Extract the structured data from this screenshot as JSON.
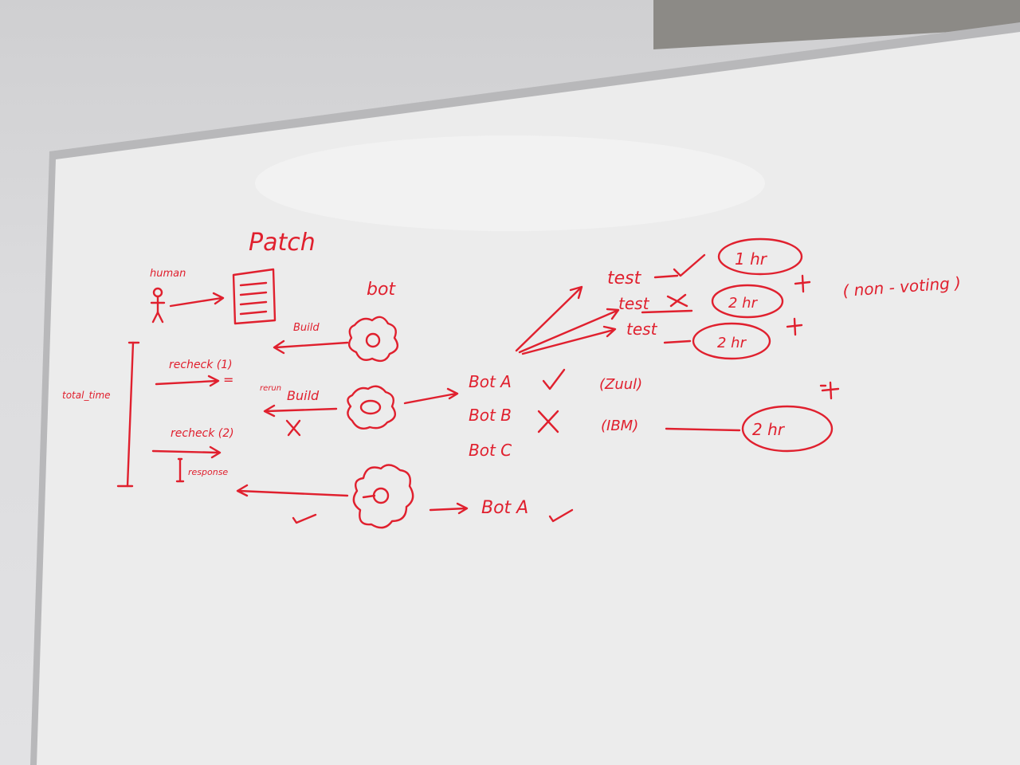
{
  "board": {
    "patch_label": "Patch",
    "human_label": "human",
    "bot_label": "bot",
    "build_label": "Build",
    "rerun_label": "rerun",
    "rebuild_label": "Build",
    "recheck1_label": "recheck (1)",
    "recheck2_label": "recheck (2)",
    "response_label": "response",
    "total_time_label": "total_time",
    "bot_a_label": "Bot A",
    "bot_b_label": "Bot B",
    "bot_c_label": "Bot C",
    "bot_a2_label": "Bot A",
    "zuul_label": "(Zuul)",
    "ibm_label": "(IBM)",
    "test1_label": "test",
    "test2_label": "test",
    "test3_label": "test",
    "time1_label": "1 hr",
    "time2_label": "2 hr",
    "time3_label": "2 hr",
    "time4_label": "2 hr",
    "non_voting_label": "( non - voting )"
  },
  "colors": {
    "ink": "#e0202e",
    "board": "#ececec",
    "frame": "#b8b8ba",
    "wall": "#d6d6d8"
  }
}
